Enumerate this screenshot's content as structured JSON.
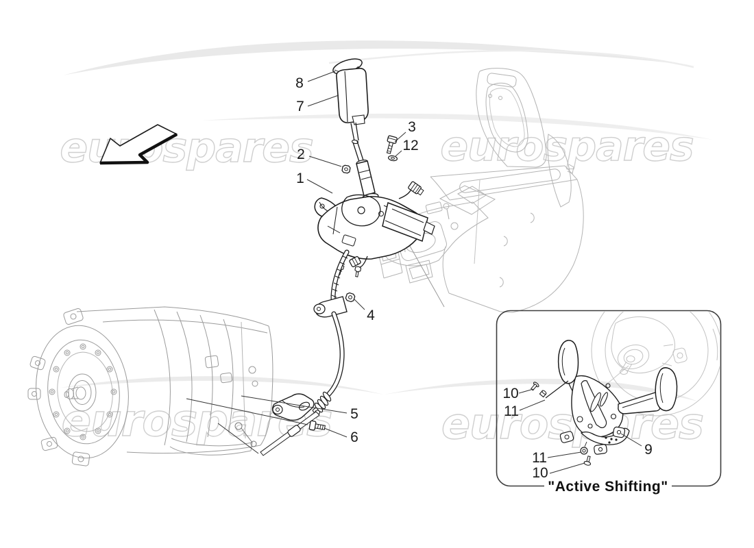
{
  "watermark": {
    "text": "eurospares"
  },
  "callouts": {
    "knob_cap": "8",
    "knob": "7",
    "mount_bolt": "3",
    "mount_washer": "12",
    "lever_nut": "2",
    "shifter_assembly": "1",
    "clamp_nut": "4",
    "cable": "5",
    "bracket_bolt": "6"
  },
  "inset": {
    "label": "\"Active Shifting\"",
    "callouts": {
      "screw_top": "10",
      "washer_top": "11",
      "washer_bottom": "11",
      "screw_bottom": "10",
      "paddle_bracket": "9"
    }
  },
  "colors": {
    "line_dark": "#1c1c1c",
    "ghost_light": "#b3b3b3",
    "ghost_mid": "#9a9a9a",
    "watermark_stroke": "#cfcfcf",
    "inset_border": "#3c3c3c"
  }
}
